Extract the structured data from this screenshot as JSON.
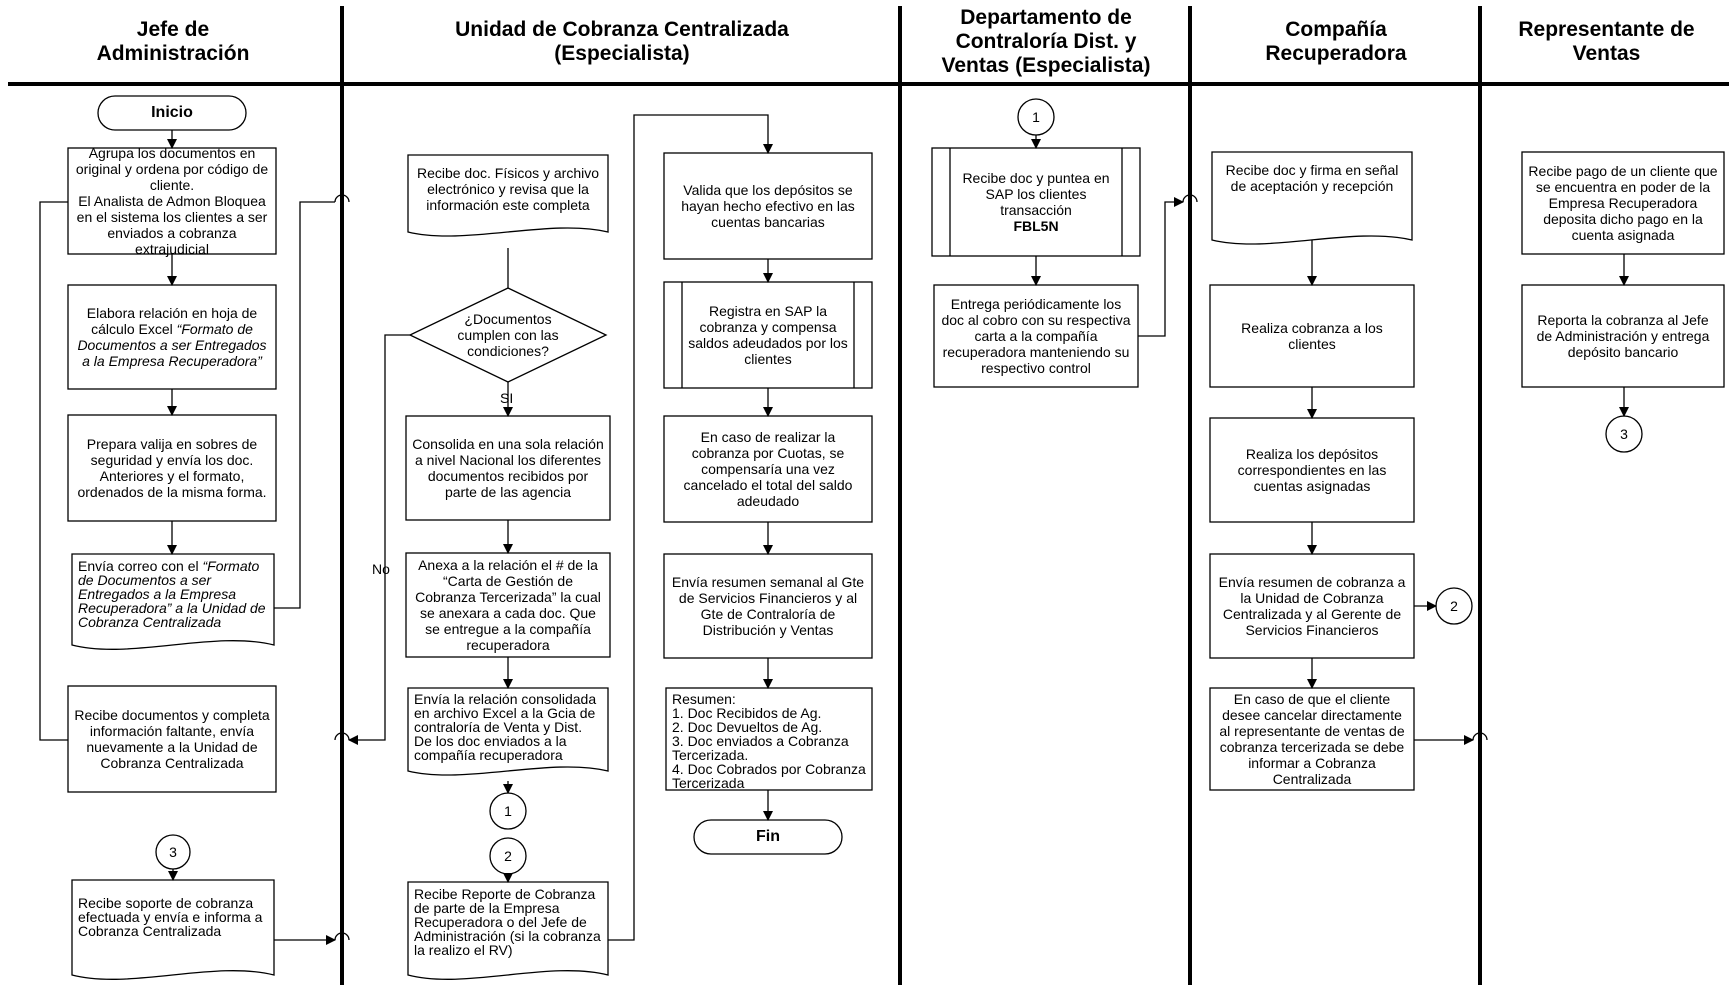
{
  "lanes": [
    {
      "title": "Jefe de\nAdministración"
    },
    {
      "title": "Unidad de Cobranza Centralizada\n(Especialista)"
    },
    {
      "title": "Departamento de\nContraloría Dist. y\nVentas (Especialista)"
    },
    {
      "title": "Compañía\nRecuperadora"
    },
    {
      "title": "Representante de\nVentas"
    }
  ],
  "nodes": {
    "inicio": "Inicio",
    "j1": "Agrupa los documentos en original y ordena por código de cliente.\nEl Analista de Admon Bloquea en el sistema los clientes a ser enviados a cobranza extrajudicial",
    "j2_a": "Elabora relación en hoja de cálculo Excel ",
    "j2_b": "“Formato de Documentos a ser Entregados a la Empresa Recuperadora”",
    "j3": "Prepara valija en sobres de seguridad y envía los doc. Anteriores y el formato, ordenados de la misma forma.",
    "j4_a": "Envía correo con el ",
    "j4_b": "“Formato de Documentos a ser Entregados a la Empresa Recuperadora” a la Unidad de Cobranza Centralizada",
    "j5": "Recibe documentos y completa información faltante, envía nuevamente a la Unidad de Cobranza Centralizada",
    "j6": "Recibe soporte de cobranza efectuada y envía e informa a Cobranza Centralizada",
    "u1": "Recibe doc. Físicos y archivo electrónico y revisa que la información este completa",
    "u_dec": "¿Documentos cumplen con las condiciones?",
    "u2": "Consolida en una sola relación a nivel Nacional los diferentes documentos recibidos por parte de las agencia",
    "u3": "Anexa a la relación el # de la “Carta de Gestión de Cobranza Tercerizada” la cual se anexara a cada doc. Que se entregue a la compañía recuperadora",
    "u4": "Envía la relación consolidada en archivo Excel a la Gcia de contraloría de Venta y Dist. De los doc enviados a la compañía recuperadora",
    "u5": "Recibe Reporte de Cobranza de parte de la Empresa Recuperadora o del Jefe de Administración (si la cobranza la realizo el RV)",
    "v1": "Valida que los depósitos se hayan hecho efectivo en las cuentas bancarias",
    "v2": "Registra en SAP la cobranza y compensa saldos adeudados por los clientes",
    "v3": "En caso de realizar la cobranza por Cuotas, se compensaría una vez cancelado el total del saldo adeudado",
    "v4": "Envía resumen semanal al Gte de Servicios Financieros y al Gte de Contraloría de Distribución y Ventas",
    "v5": "Resumen:\n1. Doc Recibidos de Ag.\n2. Doc Devueltos de Ag.\n3. Doc enviados a Cobranza Tercerizada.\n4. Doc Cobrados por Cobranza Tercerizada",
    "fin": "Fin",
    "d1": "Recibe doc y puntea en SAP los clientes transacción",
    "d1_bold": "FBL5N",
    "d2": "Entrega periódicamente los doc al cobro con su respectiva carta a la compañía recuperadora manteniendo su respectivo control",
    "c1": "Recibe doc y firma en señal de aceptación y recepción",
    "c2": "Realiza cobranza a los clientes",
    "c3": "Realiza los depósitos correspondientes en las cuentas asignadas",
    "c4": "Envía resumen de cobranza a la Unidad de Cobranza Centralizada y al Gerente de Servicios Financieros",
    "c5": "En caso de que el cliente desee cancelar directamente al representante de ventas de cobranza tercerizada se debe informar a Cobranza Centralizada",
    "r1": "Recibe pago de un cliente que se encuentra en poder de la Empresa Recuperadora deposita dicho pago en la cuenta asignada",
    "r2": "Reporta la cobranza al Jefe de Administración y entrega depósito bancario"
  },
  "connectors": {
    "c1": "1",
    "c2": "2",
    "c3": "3"
  },
  "labels": {
    "si": "SI",
    "no": "No"
  }
}
